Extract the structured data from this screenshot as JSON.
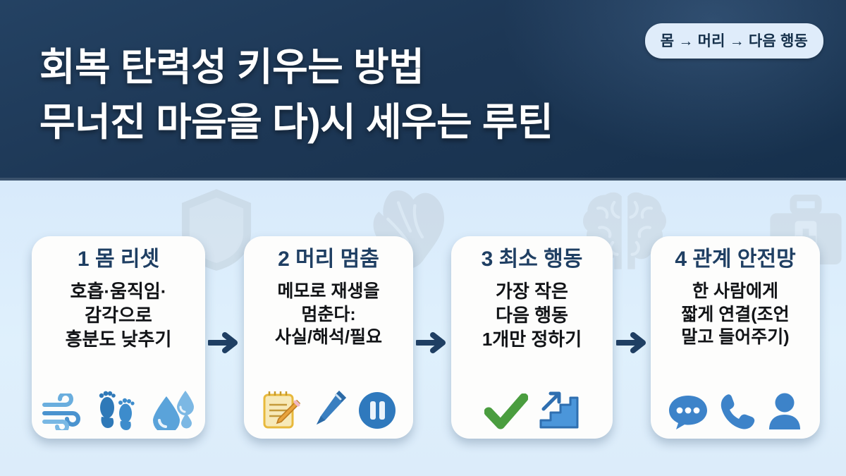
{
  "header": {
    "badge": "몸 → 머리 → 다음 행동",
    "title_line1": "회복 탄력성 키우는 방법",
    "title_line2": "무너진 마음을 다)시 세우는 루틴",
    "background_color": "#1d3755",
    "title_color": "#ffffff",
    "badge_bg": "#dfecfa",
    "badge_text_color": "#15304b"
  },
  "body": {
    "background_color": "#dcecfa",
    "watermarks": [
      {
        "name": "shield-watermark",
        "label": "shield"
      },
      {
        "name": "heart-watermark",
        "label": "anatomical-heart"
      },
      {
        "name": "brain-watermark",
        "label": "brain"
      },
      {
        "name": "briefcase-watermark",
        "label": "medical-briefcase"
      }
    ]
  },
  "cards": [
    {
      "number": "1",
      "title": "1 몸 리셋",
      "body": "호흡·움직임·\n감각으로\n흥분도 낮추기",
      "icons": [
        "wind-icon",
        "footprints-icon",
        "droplets-icon"
      ]
    },
    {
      "number": "2",
      "title": "2 머리 멈춤",
      "body": "메모로 재생을\n멈춘다:\n사실/해석/필요",
      "icons": [
        "notepad-pencil-icon",
        "pen-icon",
        "pause-icon"
      ]
    },
    {
      "number": "3",
      "title": "3 최소 행동",
      "body": "가장 작은\n다음 행동\n1개만 정하기",
      "icons": [
        "check-mark-icon",
        "stairs-up-icon"
      ]
    },
    {
      "number": "4",
      "title": "4 관계 안전망",
      "body": "한 사람에게\n짧게 연결(조언\n말고 들어주기)",
      "icons": [
        "speech-bubble-icon",
        "phone-icon",
        "person-icon"
      ]
    }
  ],
  "arrows": {
    "glyph": "→",
    "color": "#1f3f63",
    "count": 3
  },
  "colors": {
    "card_title": "#1f3f63",
    "card_body_text": "#121417",
    "card_bg": "#fdfdfc",
    "accent_blue": "#3d83c9",
    "accent_green": "#4a9d3f",
    "accent_yellow": "#f0c14b"
  }
}
